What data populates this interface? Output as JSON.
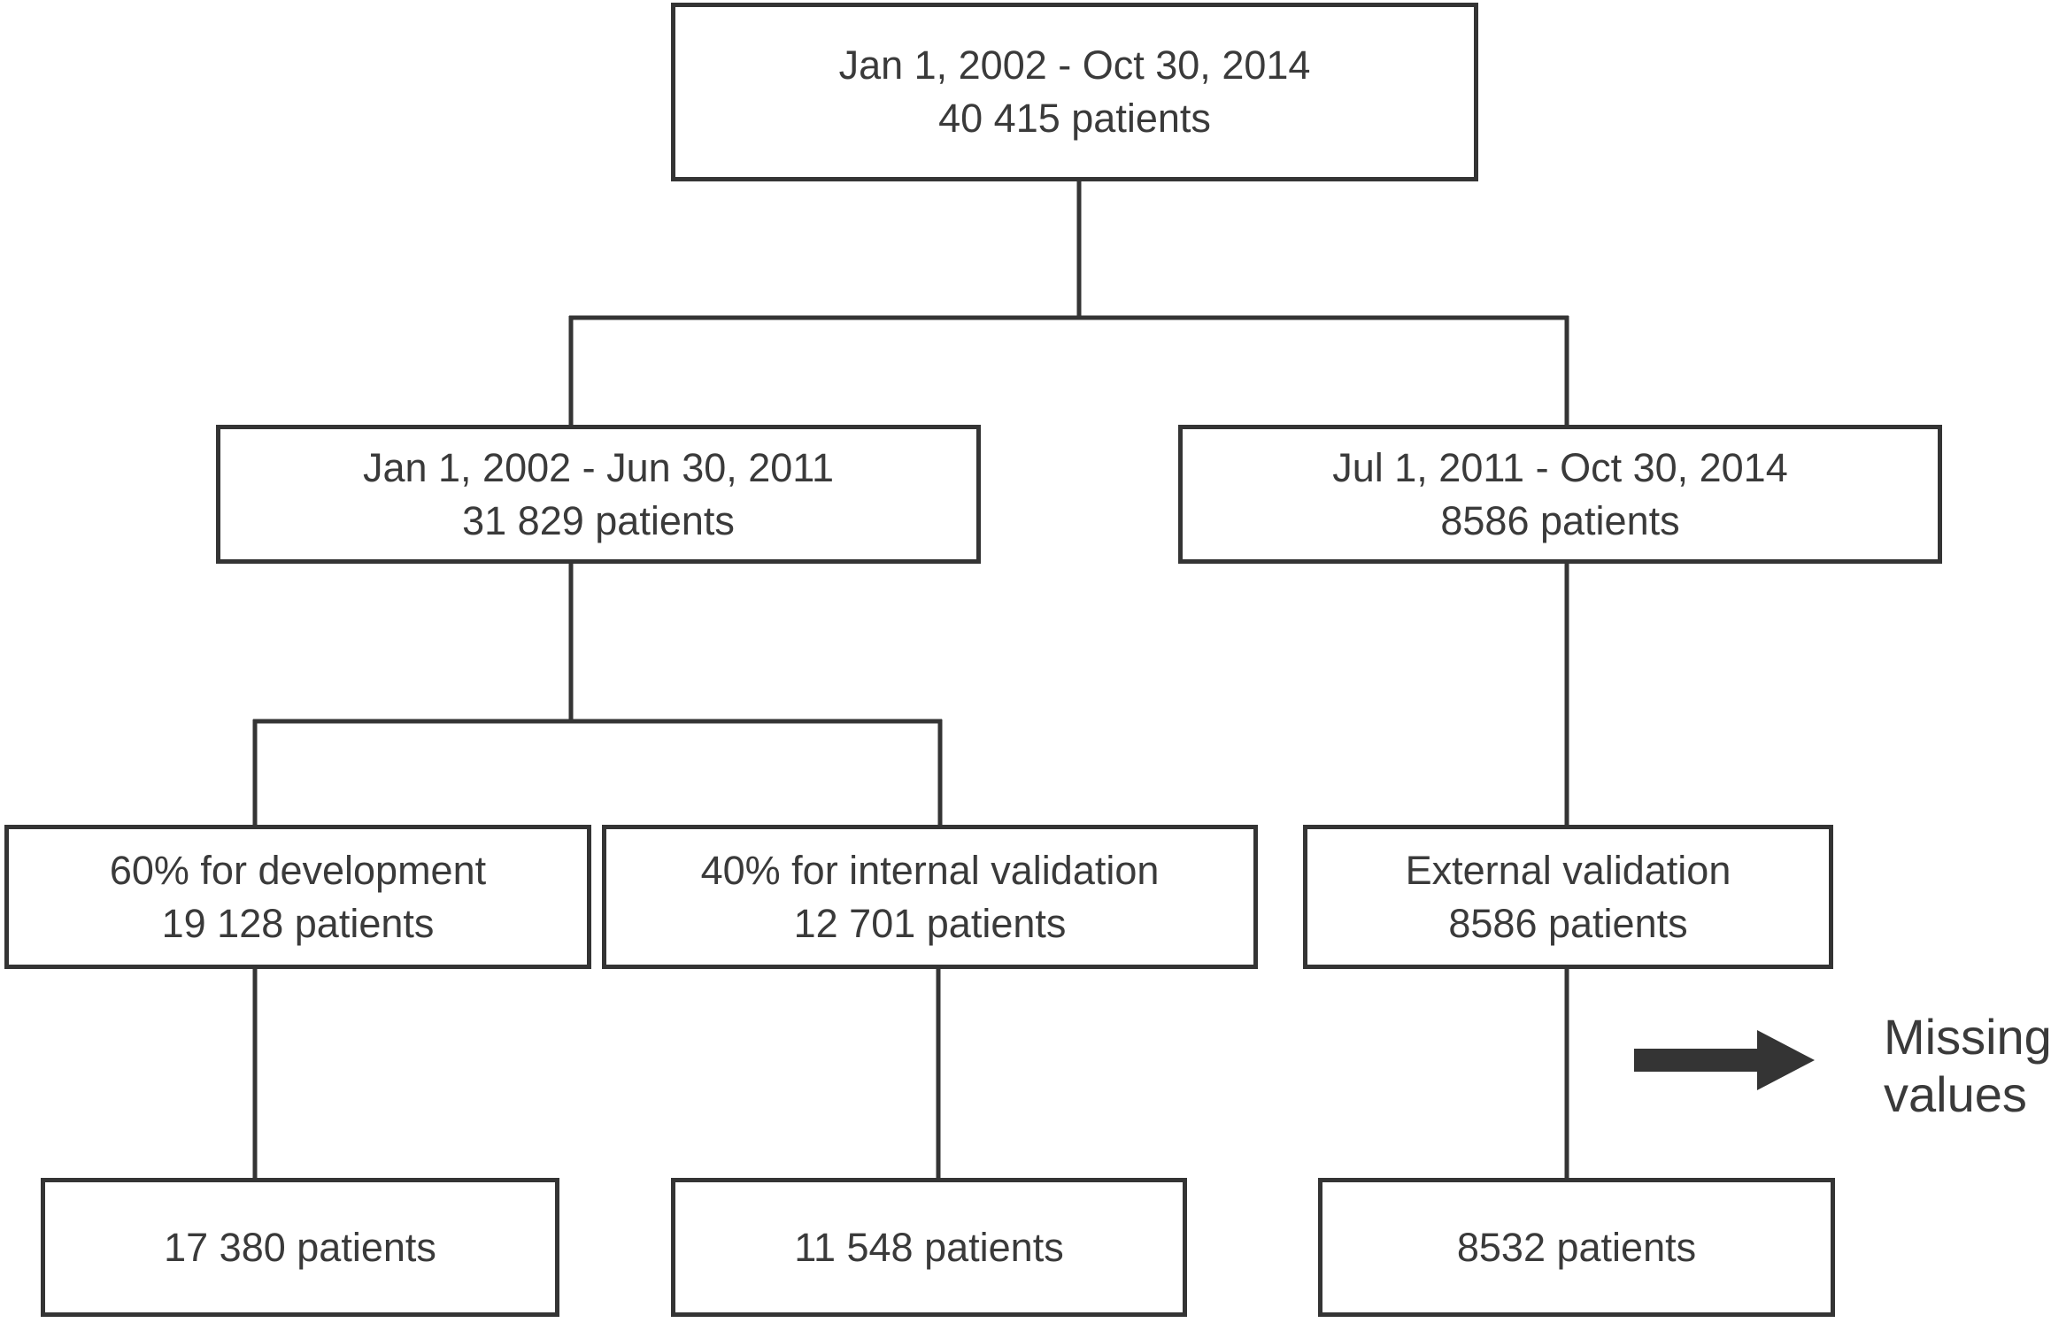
{
  "figure": {
    "colors": {
      "stroke": "#343434",
      "text": "#3a3a3a",
      "background": "#ffffff"
    },
    "nodes": {
      "total_cohort": {
        "line1": "Jan 1, 2002 - Oct 30, 2014",
        "line2": "40 415 patients"
      },
      "development_period": {
        "line1": "Jan 1, 2002 - Jun 30, 2011",
        "line2": "31 829 patients"
      },
      "external_period": {
        "line1": "Jul 1, 2011 - Oct 30, 2014",
        "line2": "8586 patients"
      },
      "development_split": {
        "line1": "60% for development",
        "line2": "19 128 patients"
      },
      "internal_validation_split": {
        "line1": "40% for internal validation",
        "line2": "12 701 patients"
      },
      "external_validation": {
        "line1": "External validation",
        "line2": "8586 patients"
      },
      "development_final": {
        "label": "17 380 patients"
      },
      "internal_validation_final": {
        "label": "11 548 patients"
      },
      "external_validation_final": {
        "label": "8532 patients"
      }
    },
    "annotation": {
      "line1": "Missing",
      "line2": "values"
    }
  }
}
